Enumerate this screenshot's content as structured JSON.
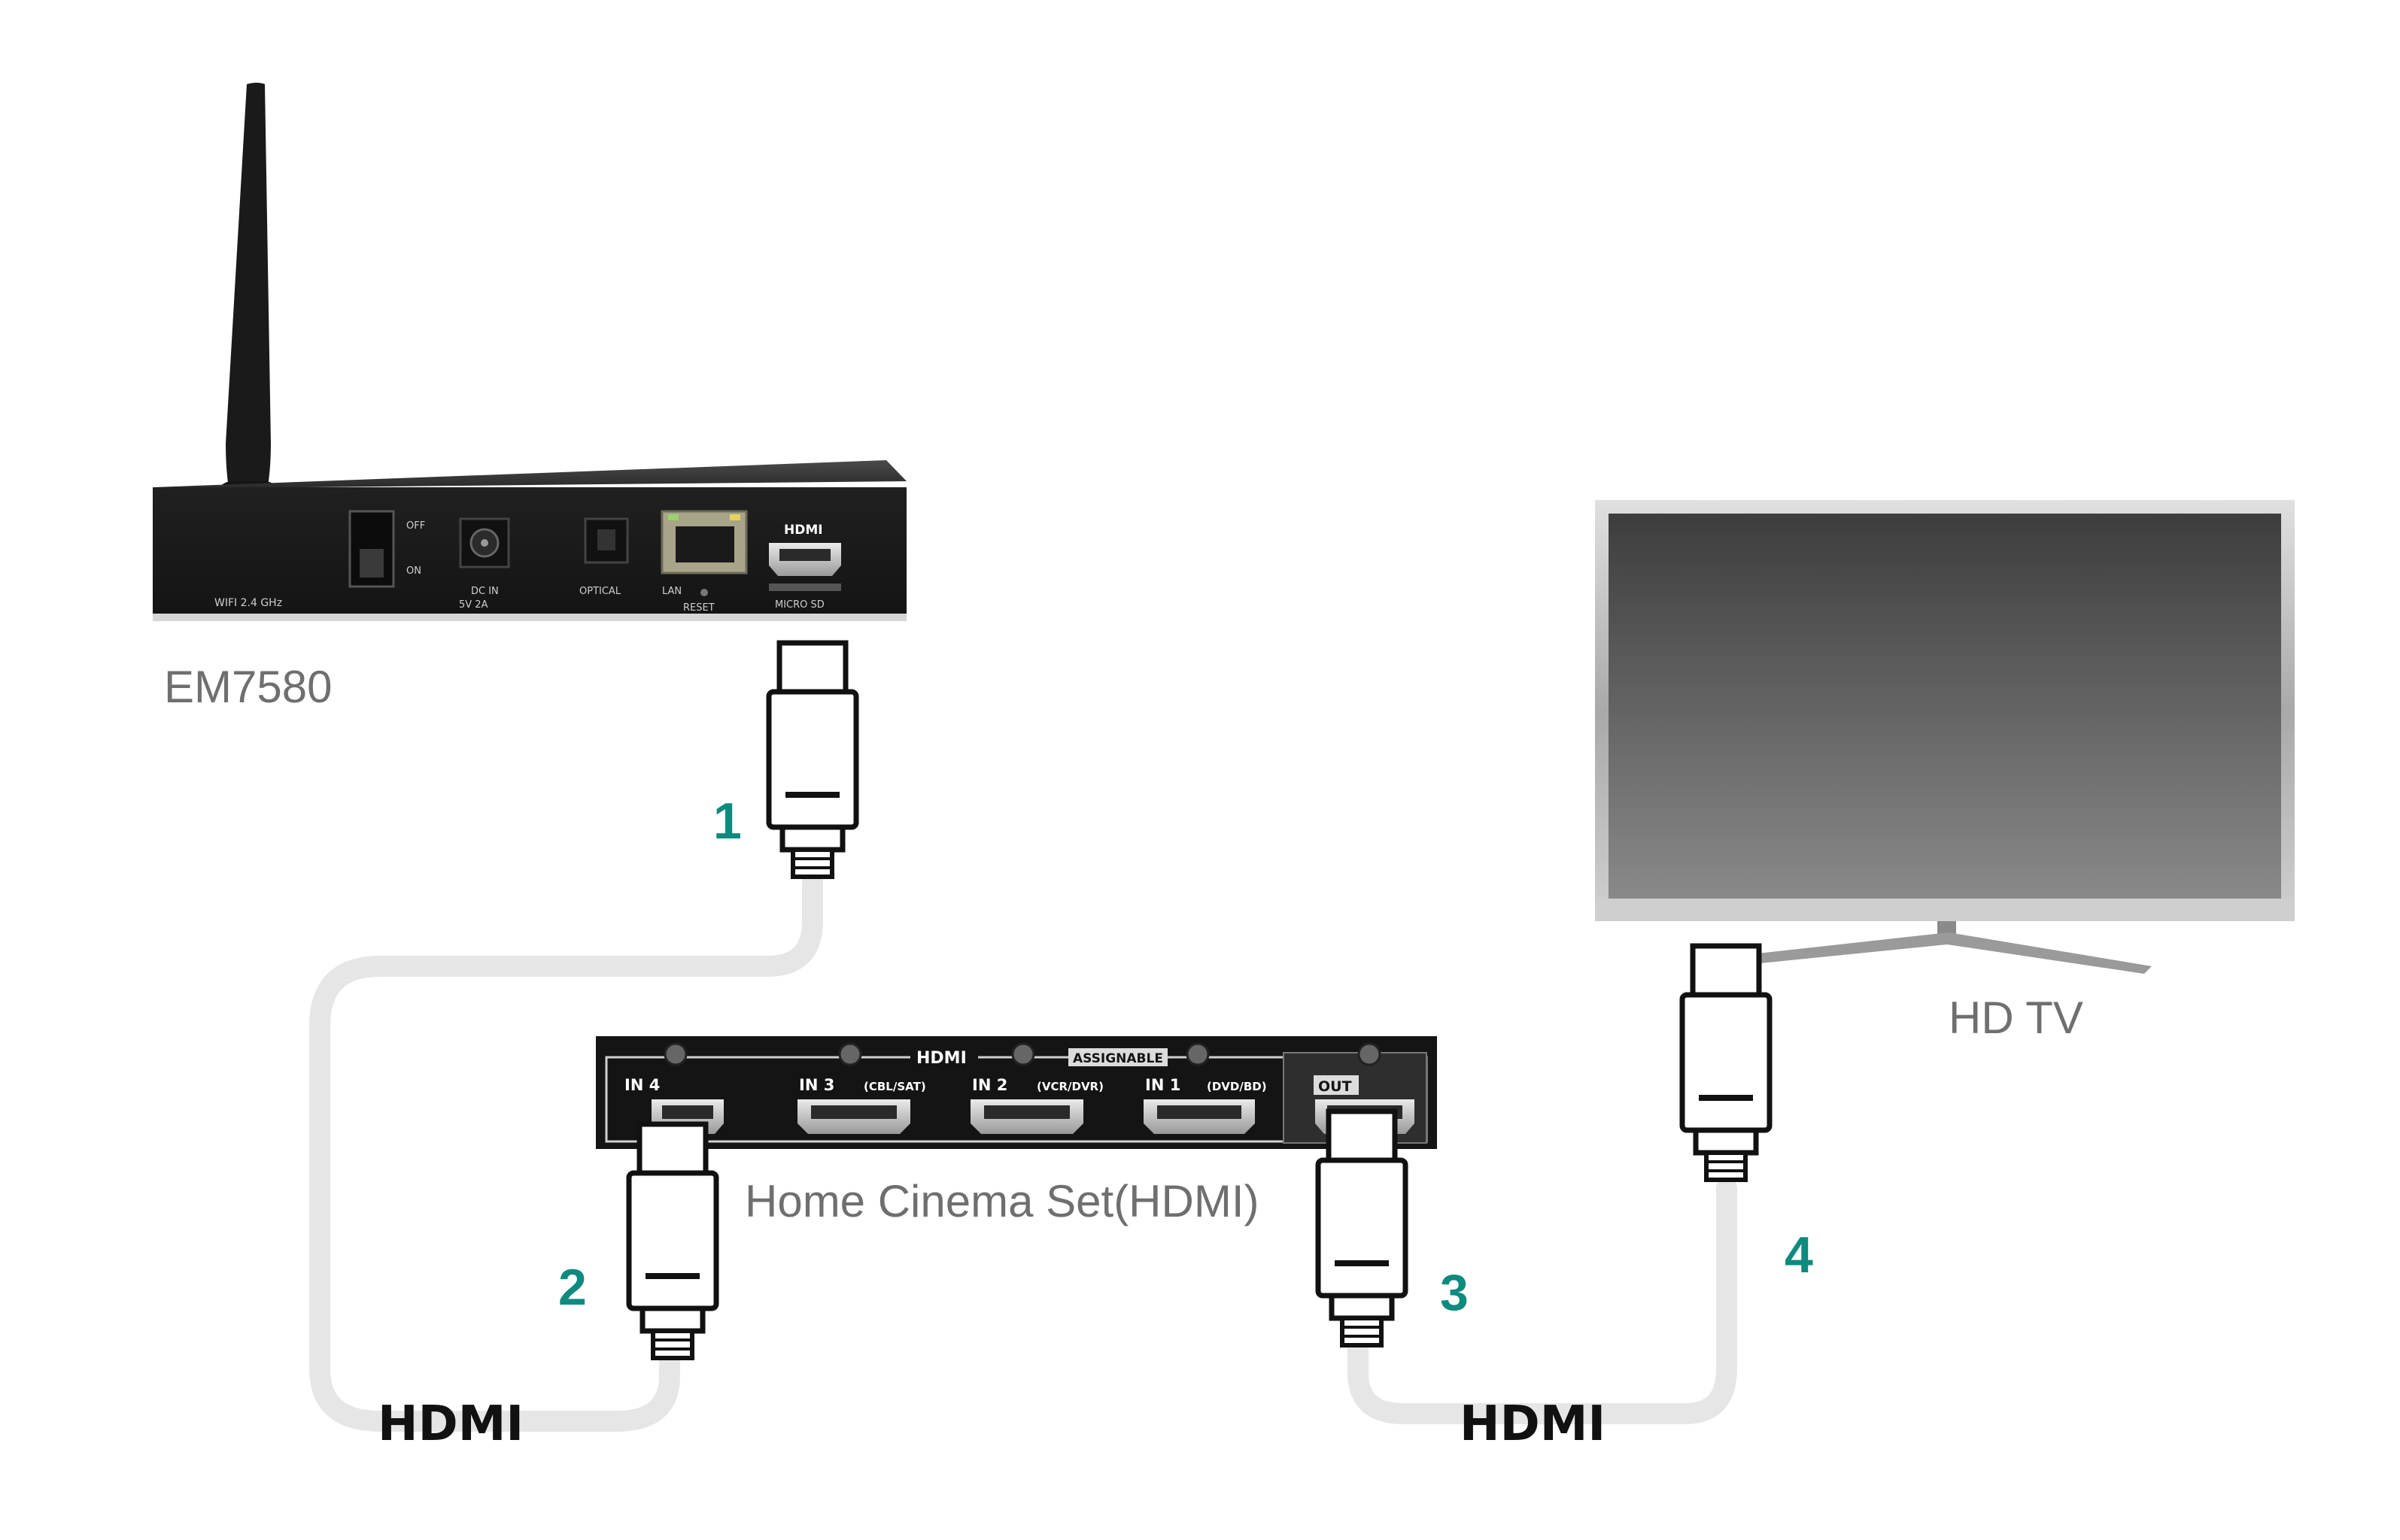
{
  "devices": {
    "player": {
      "name": "EM7580",
      "ports": {
        "wifi": "WIFI 2.4 GHz",
        "off": "OFF",
        "on": "ON",
        "dc_in": "DC IN",
        "dc_rating": "5V  2A",
        "optical": "OPTICAL",
        "lan": "LAN",
        "reset": "RESET",
        "hdmi": "HDMI",
        "micro_sd": "MICRO SD"
      }
    },
    "receiver": {
      "name": "Home Cinema Set(HDMI)",
      "header": "HDMI",
      "assignable": "ASSIGNABLE",
      "inputs": [
        {
          "label": "IN 4",
          "note": ""
        },
        {
          "label": "IN 3",
          "note": "(CBL/SAT)"
        },
        {
          "label": "IN 2",
          "note": "(VCR/DVR)"
        },
        {
          "label": "IN 1",
          "note": "(DVD/BD)"
        }
      ],
      "output": "OUT"
    },
    "tv": {
      "name": "HD TV"
    }
  },
  "connectors": {
    "numbers": [
      "1",
      "2",
      "3",
      "4"
    ]
  },
  "cables": {
    "labels": [
      "HDMI",
      "HDMI"
    ]
  },
  "colors": {
    "step_number": "#0e8a7e",
    "cable": "#e6e6e6",
    "device_body": "#1d1d1d",
    "label_gray": "#6f6f6f"
  }
}
